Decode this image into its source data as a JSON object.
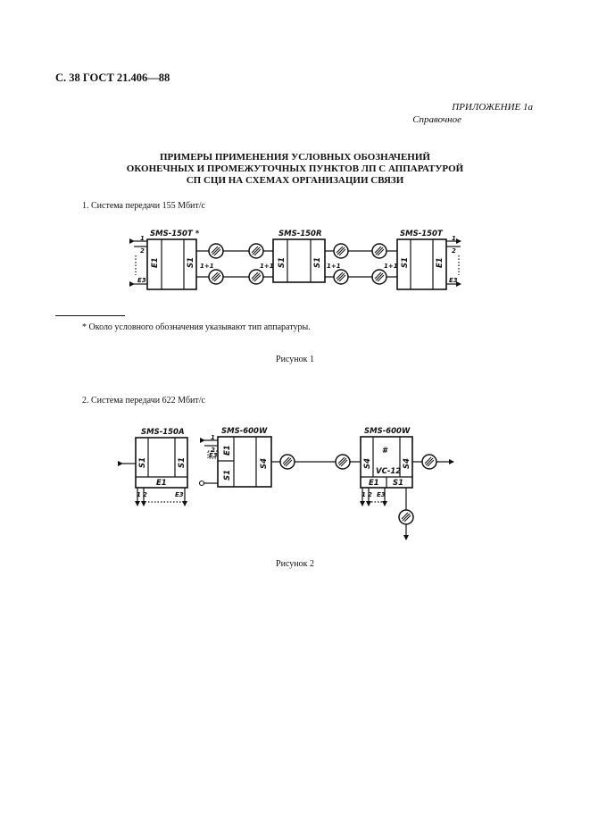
{
  "header": "С. 38 ГОСТ 21.406—88",
  "appendix": {
    "title": "ПРИЛОЖЕНИЕ 1а",
    "subtitle": "Справочное"
  },
  "heading": [
    "ПРИМЕРЫ ПРИМЕНЕНИЯ УСЛОВНЫХ ОБОЗНАЧЕНИЙ",
    "ОКОНЕЧНЫХ И ПРОМЕЖУТОЧНЫХ ПУНКТОВ ЛП С АППАРАТУРОЙ",
    "СП СЦИ НА СХЕМАХ ОРГАНИЗАЦИИ СВЯЗИ"
  ],
  "section1": "1. Система передачи 155 Мбит/с",
  "section2": "2. Система передачи 622 Мбит/с",
  "footnote": "* Около условного обозначения указывают тип аппаратуры.",
  "fig1_caption": "Рисунок 1",
  "fig2_caption": "Рисунок 2",
  "fig1": {
    "left_term": "SMS-150T *",
    "regen": "SMS-150R",
    "right_term": "SMS-150T",
    "e1": "E1",
    "s1": "S1",
    "e3": "E3",
    "n1": "1",
    "n2": "2",
    "protect": "1+1"
  },
  "fig2": {
    "block_a": "SMS-150A",
    "block_b": "SMS-600W",
    "block_c": "SMS-600W",
    "e1": "E1",
    "s1": "S1",
    "s4": "S4",
    "e3": "E3",
    "vc12": "VC-12",
    "n1": "1",
    "n2": "2",
    "cross": "#"
  }
}
